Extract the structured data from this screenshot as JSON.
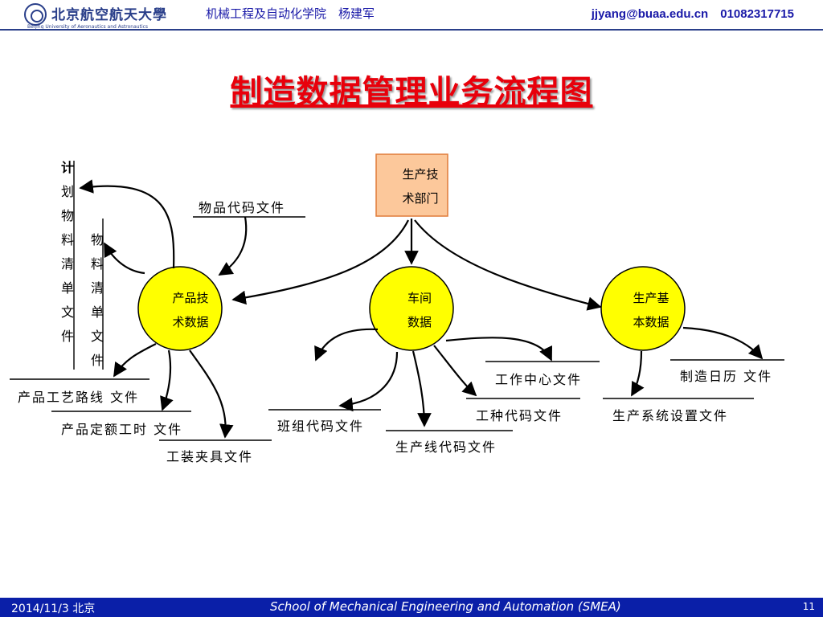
{
  "header": {
    "logo_cn": "北京航空航天大學",
    "logo_en": "Beijing University of Aeronautics and Astronautics",
    "department": "机械工程及自动化学院　杨建军",
    "contact": "jjyang@buaa.edu.cn　01082317715"
  },
  "title": "制造数据管理业务流程图",
  "diagram": {
    "source_box": {
      "line1": "生产技",
      "line2": "术部门"
    },
    "nodes": {
      "product": {
        "line1": "产品技",
        "line2": "术数据"
      },
      "workshop": {
        "line1": "车间",
        "line2": "数据"
      },
      "production": {
        "line1": "生产基",
        "line2": "本数据"
      }
    },
    "files": {
      "plan_bom_chars": [
        "计",
        "划",
        "物",
        "料",
        "清",
        "单",
        "文",
        "件"
      ],
      "bom_chars": [
        "物",
        "料",
        "清",
        "单",
        "文",
        "件"
      ],
      "item_code": "物品代码文件",
      "route": "产品工艺路线 文件",
      "quota": "产品定额工时 文件",
      "tooling": "工装夹具文件",
      "team_code": "班组代码文件",
      "line_code": "生产线代码文件",
      "work_center": "工作中心文件",
      "job_code": "工种代码文件",
      "calendar": "制造日历 文件",
      "system_settings": "生产系统设置文件"
    }
  },
  "footer": {
    "date": "2014/11/3 北京",
    "school": "School of Mechanical Engineering and Automation (SMEA)",
    "page": "11"
  },
  "colors": {
    "title": "#e8000b",
    "header_text": "#1a1aa8",
    "footer_bg": "#0a1fa8",
    "node_fill": "#ffff00",
    "box_fill": "#fcc89b",
    "box_border": "#e07b39"
  }
}
